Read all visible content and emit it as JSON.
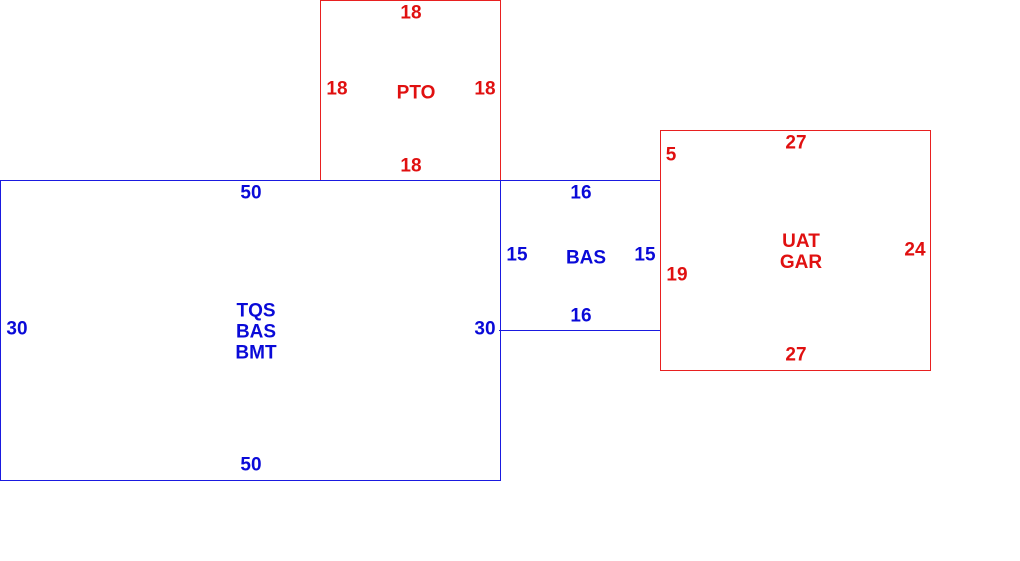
{
  "colors": {
    "blue": "#0a0ad8",
    "red": "#e01010"
  },
  "areas": {
    "pto": {
      "name": "PTO",
      "top": "18",
      "left": "18",
      "right": "18",
      "bottom": "18"
    },
    "main": {
      "name_lines": [
        "TQS",
        "BAS",
        "BMT"
      ],
      "top": "50",
      "left": "30",
      "right": "30",
      "bottom": "50"
    },
    "bas": {
      "name": "BAS",
      "top": "16",
      "left": "15",
      "right": "15",
      "bottom": "16"
    },
    "garage": {
      "name_lines": [
        "UAT",
        "GAR"
      ],
      "top": "27",
      "left_upper": "5",
      "left_lower": "19",
      "right": "24",
      "bottom": "27"
    }
  }
}
